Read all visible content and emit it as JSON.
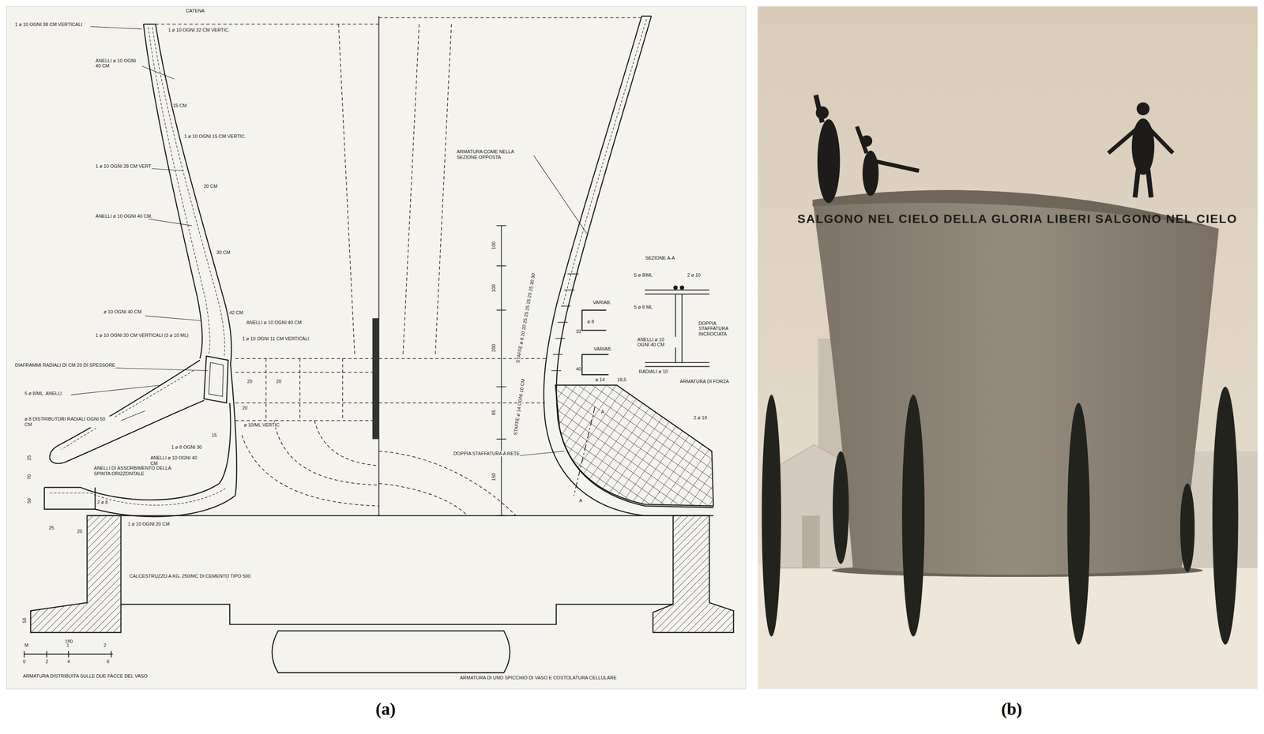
{
  "diagram": {
    "labels": [
      "CATENA",
      "1 ø 10 OGNI 38 CM VERTICALI",
      "1 ø 10 OGNI 32 CM VERTIC.",
      "ANELLI ø 10 OGNI 40 CM",
      "15 CM",
      "1 ø 10 OGNI 15 CM VERTIC.",
      "1 ø 10 OGNI 28 CM VERT",
      "20 CM",
      "ANELLI ø 10 OGNI 40 CM.",
      "30 CM",
      "ø 10 OGNI 40 CM",
      "42 CM",
      "ANELLI ø 10 OGNI 40 CM",
      "1 ø 10 OGNI 20 CM VERTICALI (3 ø 10 ML)",
      "1 ø 10 OGNI 11 CM VERTICALI",
      "DIAFRAMMI RADIALI DI CM 20 DI SPESSORE",
      "20",
      "20",
      "20",
      "5 ø 8/ML. ANELLI",
      "ø 8 DISTRIBUTORI RADIALI OGNI 50 CM",
      "ø 10/ML VERTIC.",
      "15",
      "1 ø 8 OGNI 30",
      "ANELLI ø 10 OGNI 40 CM",
      "ANELLI DI ASSORBIMENTO DELLA SPINTA ORIZZONTALE",
      "25",
      "70",
      "50",
      "2 ø 8",
      "25",
      "20",
      "1 ø 10 OGNI 20 CM",
      "CALCESTRUZZO A KG. 250/MC DI CEMENTO TIPO 500",
      "50",
      "180",
      "M",
      "1",
      "2",
      "0",
      "2",
      "4",
      "6",
      "ARMATURA DISTRIBUITA SULLE DUE FACCE DEL VASO",
      "ARMATURA COME NELLA SEZIONE OPPOSTA",
      "100",
      "100",
      "200",
      "85",
      "150",
      "STAFFE ø 8 20 20 25 25 25 25 25 25 30 30",
      "STAFFE ø 14 OGNI 10 CM",
      "SEZIONE A-A",
      "5 ø 8/ML",
      "2 ø 10",
      "5 ø 8 ML",
      "VARIAB.",
      "ø 8",
      "33",
      "DOPPIA STAFFATURA INCROCIATA",
      "ANELLI ø 10 OGNI 40 CM",
      "VARIAB.",
      "ø 14",
      "40",
      "18,5",
      "RADIALI ø 10",
      "ARMATURA DI FORZA",
      "A",
      "2 ø 10",
      "DOPPIA STAFFATURA A RETE",
      "A",
      "ARMATURA DI UNO SPICCHIO DI VASO E COSTOLATURA CELLULARE",
      "SALGONO NEL CIELO DELLA GLORIA LIBERI SALGONO NEL CIELO",
      "(a)",
      "(b)"
    ]
  }
}
